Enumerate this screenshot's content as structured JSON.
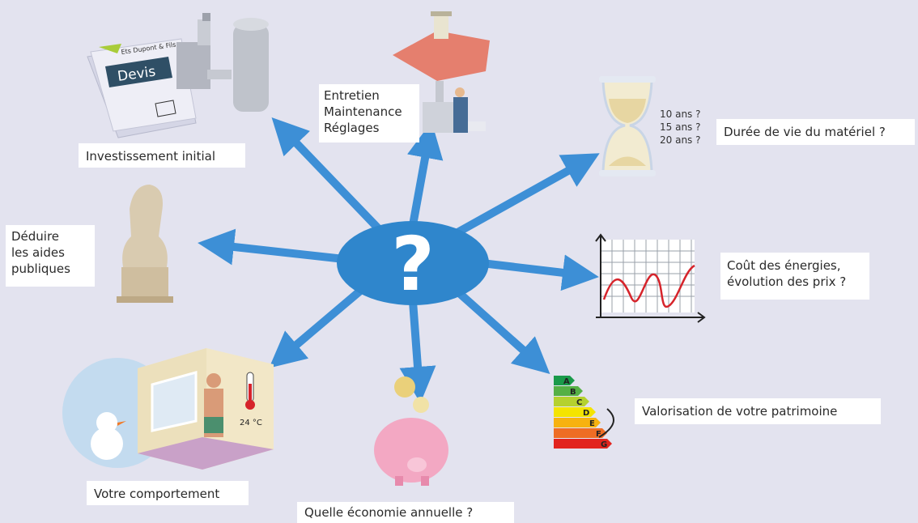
{
  "center": {
    "symbol": "?"
  },
  "labels": {
    "investissement": "Investissement initial",
    "entretien": [
      "Entretien",
      "Maintenance",
      "Réglages"
    ],
    "duree": "Durée de vie du matériel  ?",
    "duree_years": [
      "10 ans ?",
      "15 ans ?",
      "20 ans ?"
    ],
    "aides": [
      "Déduire",
      "les aides",
      "publiques"
    ],
    "cout": [
      "Coût des énergies,",
      "évolution des prix ?"
    ],
    "comportement": "Votre comportement",
    "economie": "Quelle économie annuelle ?",
    "valorisation": "Valorisation de votre patrimoine"
  },
  "devis": {
    "company": "Ets Dupont & Fils",
    "title": "Devis"
  },
  "thermometer": "24 °C",
  "energy_classes": [
    "A",
    "B",
    "C",
    "D",
    "E",
    "F",
    "G"
  ],
  "colors": {
    "background": "#e3e3ef",
    "arrow": "#3d8fd6",
    "hub": "#2f86cc",
    "roof": "#e57f6e"
  }
}
